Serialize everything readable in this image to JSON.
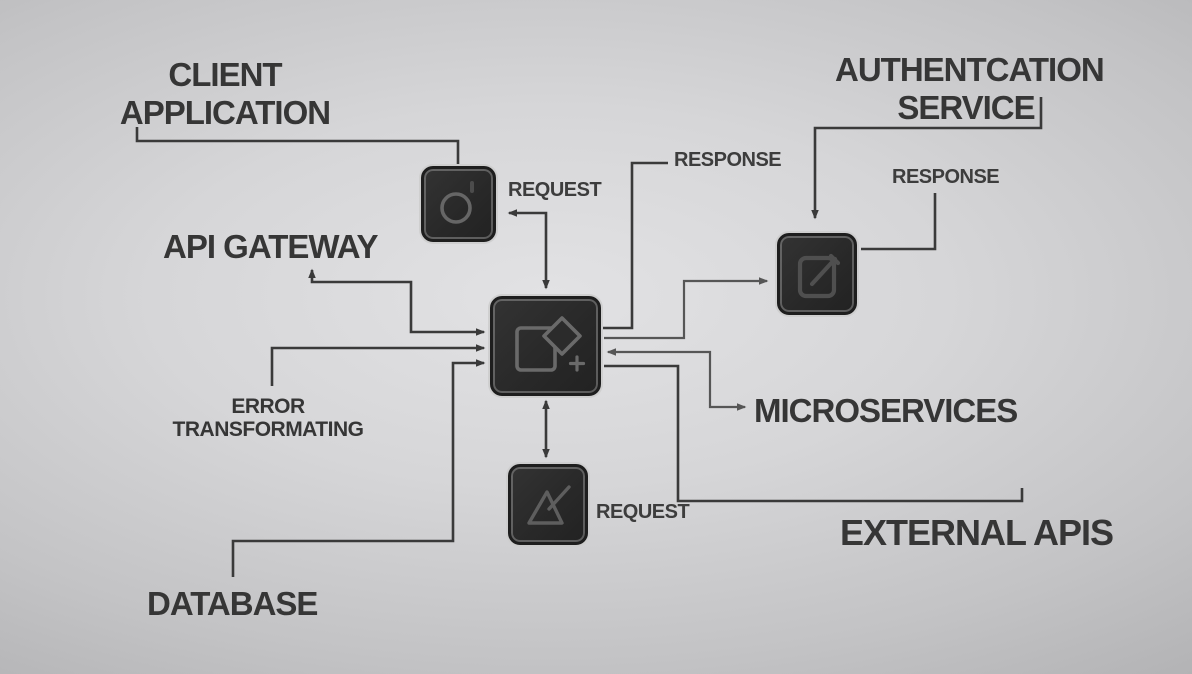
{
  "diagram": {
    "type": "api-gateway-architecture",
    "colors": {
      "background_center": "#e2e2e4",
      "background_edge": "#acacae",
      "line": "#3a3a3a",
      "line_light": "#565656",
      "text": "#363636",
      "node_fill": "#2c2c2c",
      "node_border": "#1e1e1e",
      "node_inner_outline": "#969696",
      "glyph": "#6a6a6a"
    }
  },
  "labels": {
    "client_application": "CLIENT\nAPPLICATION",
    "api_gateway": "API GATEWAY",
    "authentication_service": "AUTHENTCATION\nSERVICE",
    "microservices": "MICROSERVICES",
    "external_apis": "EXTERNAL APIS",
    "database": "DATABASE",
    "error_transforming": "ERROR\nTRANSFORMATING",
    "request_top": "REQUEST",
    "request_bottom": "REQUEST",
    "response_left": "RESPONSE",
    "response_right": "RESPONSE"
  },
  "nodes": [
    {
      "id": "client-application",
      "icon": "circle-lens-icon"
    },
    {
      "id": "api-gateway",
      "icon": "square-diamond-plus-icon"
    },
    {
      "id": "authentication-service",
      "icon": "edit-square-icon"
    },
    {
      "id": "database",
      "icon": "triangle-ruler-icon"
    }
  ],
  "connections": [
    {
      "from": "client-application-label",
      "to": "client-application-node"
    },
    {
      "from": "client-application",
      "to": "api-gateway",
      "label": "REQUEST",
      "arrows": "both"
    },
    {
      "from": "api-gateway-label",
      "to": "api-gateway-node",
      "arrows": "both"
    },
    {
      "from": "error-transforming",
      "to": "api-gateway",
      "arrows": "end"
    },
    {
      "from": "database-label",
      "to": "api-gateway",
      "arrows": "end"
    },
    {
      "from": "api-gateway",
      "to": "database-node",
      "arrows": "both"
    },
    {
      "from": "response-left-label",
      "to": "api-gateway"
    },
    {
      "from": "api-gateway",
      "to": "authentication-service",
      "arrows": "end"
    },
    {
      "from": "authentication-service-label",
      "to": "authentication-service-node",
      "arrows": "end"
    },
    {
      "from": "response-right-label",
      "to": "authentication-service-node"
    },
    {
      "from": "api-gateway",
      "to": "microservices",
      "arrows": "both"
    },
    {
      "from": "api-gateway",
      "to": "external-apis"
    }
  ]
}
